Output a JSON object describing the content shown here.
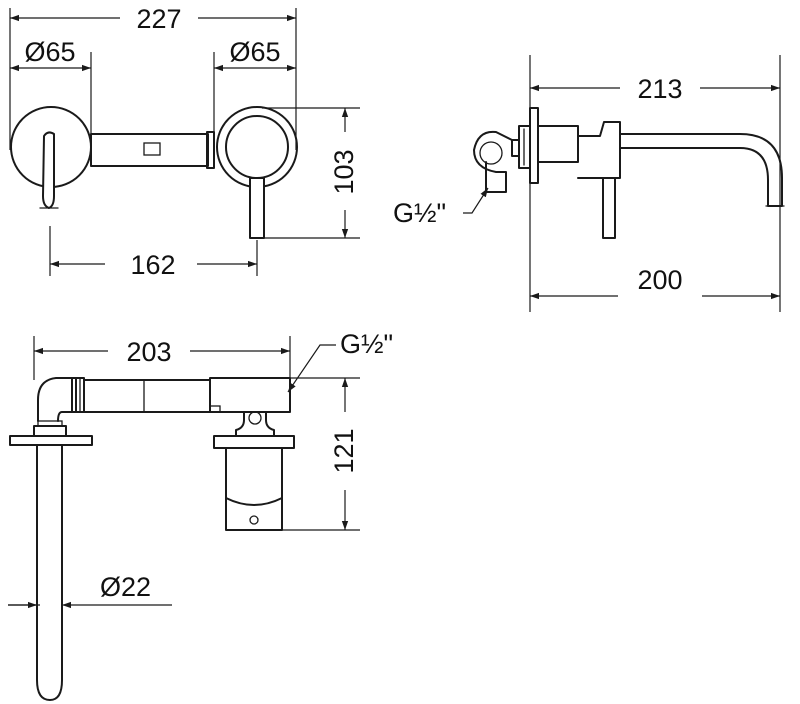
{
  "dimensions": {
    "front_total_width": "227",
    "front_left_diameter": "Ø65",
    "front_right_diameter": "Ø65",
    "front_height": "103",
    "front_spacing": "162",
    "side_total_length": "213",
    "side_spout_reach": "200",
    "side_thread": "G½\"",
    "top_total_length": "203",
    "top_thread": "G½\"",
    "top_depth": "121",
    "top_spout_diameter": "Ø22"
  },
  "colors": {
    "line": "#1a1a1a",
    "background": "#ffffff"
  }
}
